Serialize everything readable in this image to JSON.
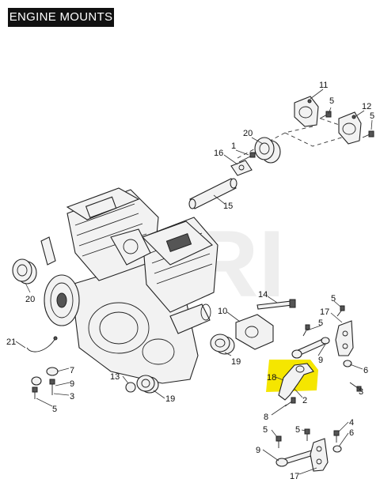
{
  "title": "ENGINE MOUNTS",
  "highlight_color": "#f5e600",
  "watermark": "RI",
  "callouts": [
    {
      "id": "c11",
      "text": "11"
    },
    {
      "id": "c5a",
      "text": "5"
    },
    {
      "id": "c12",
      "text": "12"
    },
    {
      "id": "c5b",
      "text": "5"
    },
    {
      "id": "c20a",
      "text": "20"
    },
    {
      "id": "c1",
      "text": "1"
    },
    {
      "id": "c16",
      "text": "16"
    },
    {
      "id": "c15",
      "text": "15"
    },
    {
      "id": "c20b",
      "text": "20"
    },
    {
      "id": "c14",
      "text": "14"
    },
    {
      "id": "c10",
      "text": "10"
    },
    {
      "id": "c17a",
      "text": "17"
    },
    {
      "id": "c5c",
      "text": "5"
    },
    {
      "id": "c5d",
      "text": "5"
    },
    {
      "id": "c9a",
      "text": "9"
    },
    {
      "id": "c19a",
      "text": "19"
    },
    {
      "id": "c6a",
      "text": "6"
    },
    {
      "id": "c3a",
      "text": "3"
    },
    {
      "id": "c21",
      "text": "21"
    },
    {
      "id": "c7",
      "text": "7"
    },
    {
      "id": "c9b",
      "text": "9"
    },
    {
      "id": "c3b",
      "text": "3"
    },
    {
      "id": "c5e",
      "text": "5"
    },
    {
      "id": "c13",
      "text": "13"
    },
    {
      "id": "c19b",
      "text": "19"
    },
    {
      "id": "c18",
      "text": "18"
    },
    {
      "id": "c2",
      "text": "2"
    },
    {
      "id": "c8",
      "text": "8"
    },
    {
      "id": "c5f",
      "text": "5"
    },
    {
      "id": "c5g",
      "text": "5"
    },
    {
      "id": "c4",
      "text": "4"
    },
    {
      "id": "c6b",
      "text": "6"
    },
    {
      "id": "c9c",
      "text": "9"
    },
    {
      "id": "c17b",
      "text": "17"
    }
  ]
}
